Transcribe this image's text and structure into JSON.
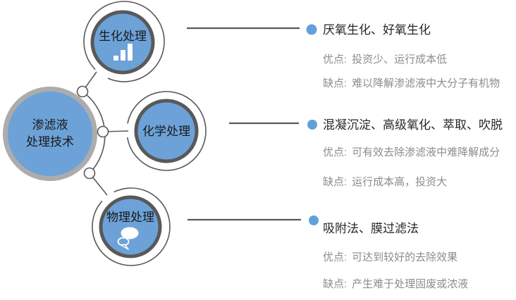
{
  "diagram": {
    "center": {
      "label_line1": "渗滤液",
      "label_line2": "处理技术"
    },
    "branches": [
      {
        "label": "生化处理",
        "icon": "bar-chart-icon",
        "methods": "厌氧生化、好氧生化",
        "pros_label": "优点:",
        "pros": "投资少、运行成本低",
        "cons_label": "缺点:",
        "cons": "难以降解渗滤液中大分子有机物"
      },
      {
        "label": "化学处理",
        "icon": "none",
        "methods": "混凝沉淀、高级氧化、萃取、吹脱",
        "pros_label": "优点:",
        "pros": "可有效去除渗滤液中难降解成分",
        "cons_label": "缺点:",
        "cons": "运行成本高，投资大"
      },
      {
        "label": "物理处理",
        "icon": "speech-bubbles-icon",
        "methods": "吸附法、膜过滤法",
        "pros_label": "优点:",
        "pros": "可达到较好的去除效果",
        "cons_label": "缺点:",
        "cons": "产生难于处理固废或浓液"
      }
    ]
  },
  "colors": {
    "blue": "#6CA2D8",
    "bullet": "#62A0DB",
    "dark": "#595959",
    "centerring": "#ACACAC",
    "title": "#262626",
    "body": "#8C8C8C",
    "label": "#1A1A1A",
    "bg": "#FFFFFF"
  }
}
